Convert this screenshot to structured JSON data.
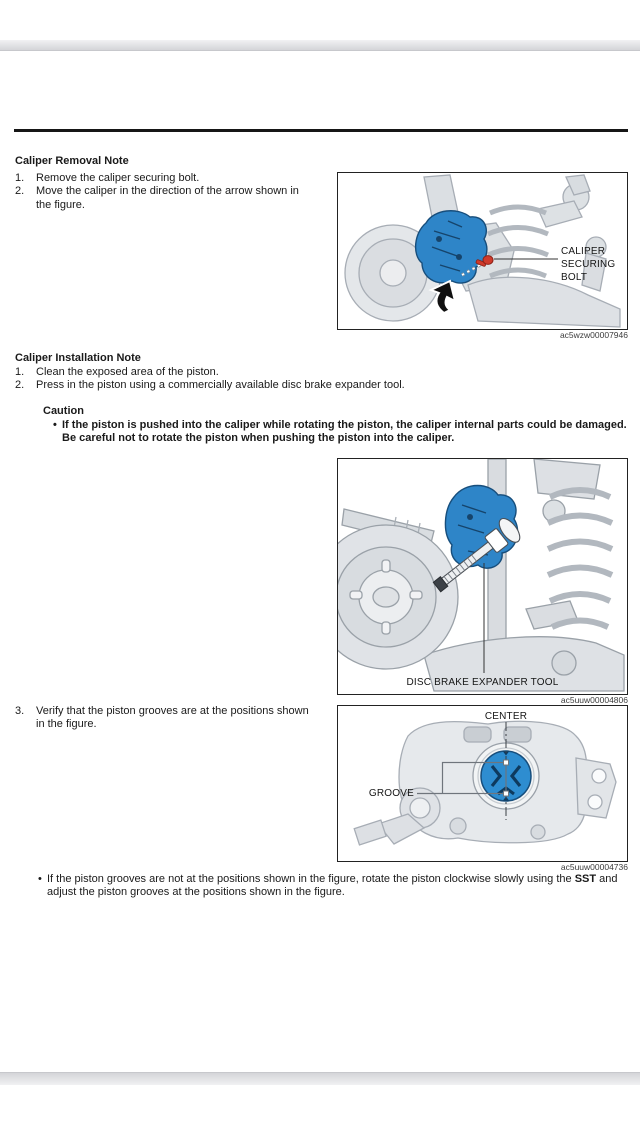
{
  "page": {
    "removal": {
      "heading": "Caliper Removal Note",
      "steps": [
        {
          "num": "1.",
          "text": "Remove the caliper securing bolt."
        },
        {
          "num": "2.",
          "text": "Move the caliper in the direction of the arrow shown in the figure."
        }
      ]
    },
    "figure1": {
      "callout": {
        "line1": "CALIPER",
        "line2": "SECURING",
        "line3": "BOLT"
      },
      "figure_id": "ac5wzw00007946"
    },
    "installation": {
      "heading": "Caliper Installation Note",
      "steps": [
        {
          "num": "1.",
          "text": "Clean the exposed area of the piston."
        },
        {
          "num": "2.",
          "text": "Press in the piston using a commercially available disc brake expander tool."
        }
      ],
      "caution": {
        "heading": "Caution",
        "bullet": "•",
        "text": "If the piston is pushed into the caliper while rotating the piston, the caliper internal parts could be damaged. Be careful not to rotate the piston when pushing the piston into the caliper."
      },
      "step3": {
        "num": "3.",
        "text": "Verify that the piston grooves are at the positions shown in the figure."
      },
      "final_note": {
        "bullet": "•",
        "prefix": "If the piston grooves are not at the positions shown in the figure, rotate the piston clockwise slowly using the ",
        "bold": "SST",
        "suffix": " and adjust the piston grooves at the positions shown in the figure."
      }
    },
    "figure2": {
      "callout": "DISC BRAKE EXPANDER TOOL",
      "figure_id": "ac5uuw00004806"
    },
    "figure3": {
      "callout_center": "CENTER",
      "callout_groove": "GROOVE",
      "figure_id": "ac5uuw00004736"
    },
    "colors": {
      "caliper_blue": "#2e85c8",
      "bolt_red": "#cf3a2b"
    }
  }
}
